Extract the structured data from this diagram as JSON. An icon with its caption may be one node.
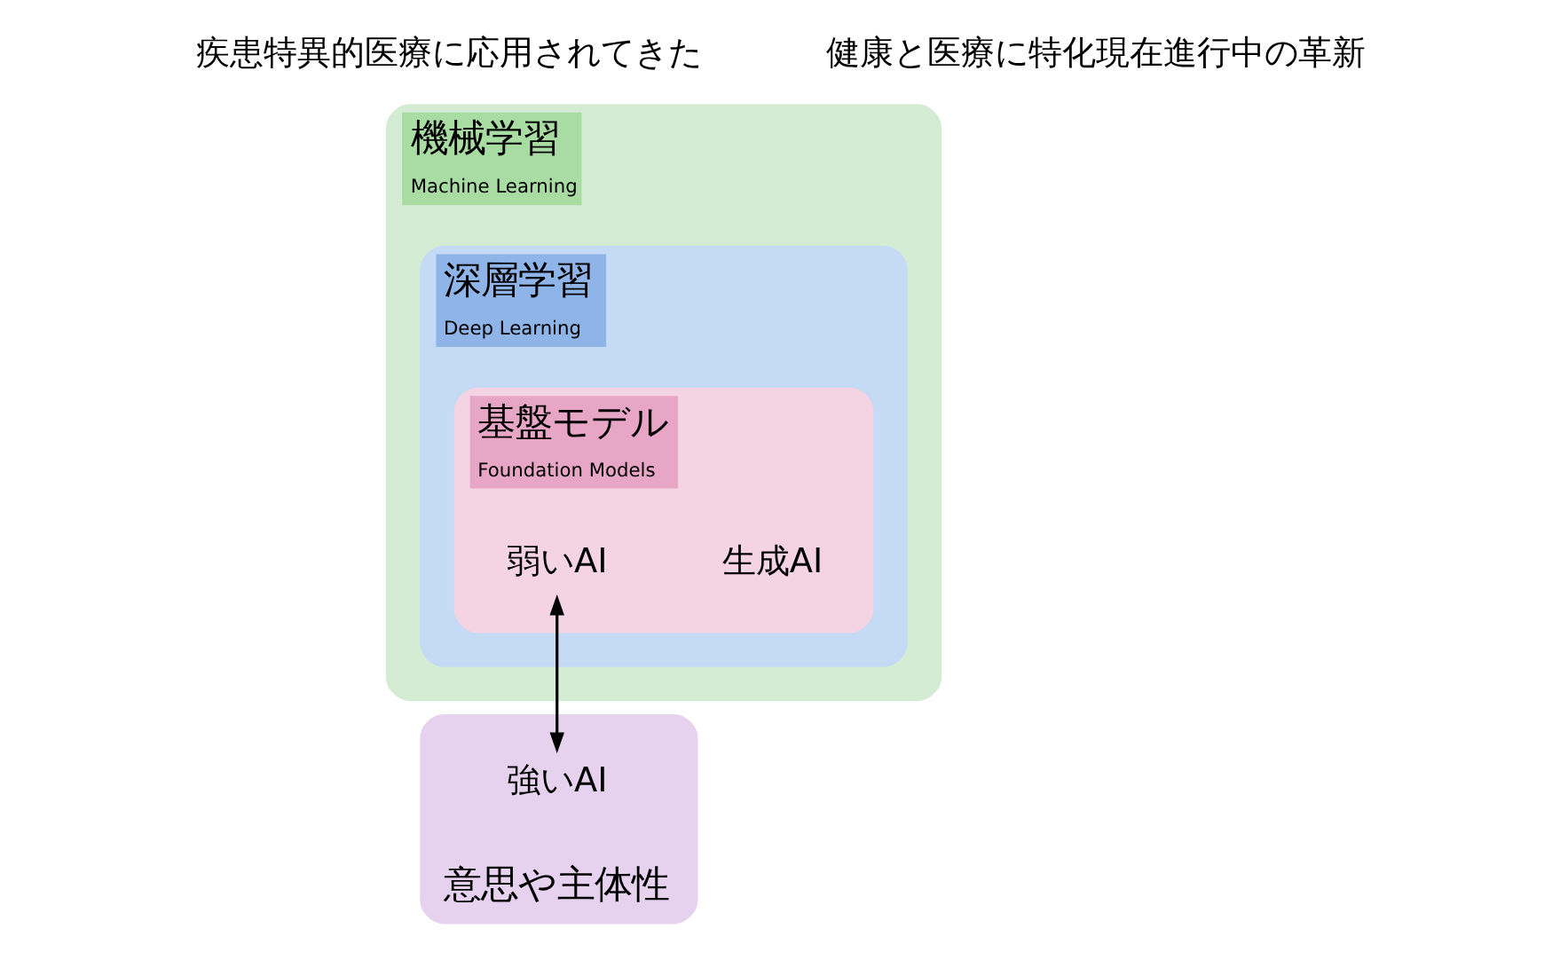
{
  "diagram": {
    "nodes": [
      {
        "text": [
          "機械学習",
          "Machine Learning"
        ]
      },
      {
        "text": [
          "深層学習",
          "Deep Learning"
        ],
        "in": 0
      },
      {
        "text": [
          "基盤モデル",
          "Foundation Models"
        ],
        "in": 1
      },
      {
        "text": [
          "弱いAI"
        ],
        "in": 2
      },
      {
        "text": [
          "意思や主体性"
        ]
      },
      {
        "text": [
          "強いAI"
        ],
        "in": 4
      }
    ],
    "edges": [
      {
        "from": 3,
        "to": 5,
        "arrow": "both"
      }
    ],
    "labels": [
      "疾患特異的医療に応用されてきた",
      "健康と医療に特化現在進行中の革新",
      "生成AI"
    ]
  }
}
